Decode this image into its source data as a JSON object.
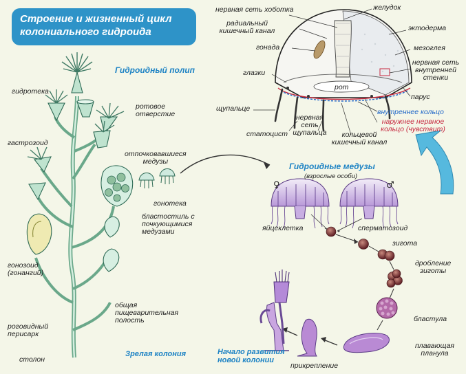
{
  "title": {
    "line1": "Строение и жизненный цикл",
    "line2": "колониального гидроида"
  },
  "sections": {
    "polyp": "Гидроидный полип",
    "medusae": "Гидроидные медузы",
    "medusae_sub": "(взрослые особи)",
    "mature_colony": "Зрелая колония",
    "new_colony_l1": "Начало развития",
    "new_colony_l2": "новой колонии"
  },
  "colony_labels": {
    "hydrotheca": "гидротека",
    "gastrozooid": "гастрозоид",
    "mouth_l1": "ротовое",
    "mouth_l2": "отверстие",
    "detached_l1": "отпочковавшиеся",
    "detached_l2": "медузы",
    "gonotheca": "гонотека",
    "blastostyle_l1": "бластостиль с",
    "blastostyle_l2": "почкующимися",
    "blastostyle_l3": "медузами",
    "gonozooid_l1": "гонозоид",
    "gonozooid_l2": "(гонангий)",
    "digestive_l1": "общая",
    "digestive_l2": "пищеварительная",
    "digestive_l3": "полость",
    "perisarc_l1": "роговидный",
    "perisarc_l2": "перисарк",
    "stolon": "столон"
  },
  "medusa_labels": {
    "proboscis_net": "нервная сеть хоботка",
    "stomach": "желудок",
    "radial_l1": "радиальный",
    "radial_l2": "кишечный канал",
    "ectoderm": "эктодерма",
    "gonad": "гонада",
    "mesoglea": "мезоглея",
    "inner_net_l1": "нервная сеть",
    "inner_net_l2": "внутренней",
    "inner_net_l3": "стенки",
    "eyespots": "глазки",
    "mouth": "рот",
    "velum": "парус",
    "tentacle": "щупальце",
    "inner_ring": "внутреннее кольцо",
    "outer_ring_l1": "наружнее нервное",
    "outer_ring_l2": "кольцо (чувствит)",
    "statocyst": "статоцист",
    "tentacle_net_l1": "нервная",
    "tentacle_net_l2": "сеть",
    "tentacle_net_l3": "щупальца",
    "ring_canal_l1": "кольцевой",
    "ring_canal_l2": "кишечный канал"
  },
  "cycle_labels": {
    "egg": "яйцеклетка",
    "sperm": "сперматозоид",
    "zygote": "зигота",
    "cleavage_l1": "дробление",
    "cleavage_l2": "зиготы",
    "blastula": "бластула",
    "planula_l1": "плавающая",
    "planula_l2": "планула",
    "attachment": "прикрепление"
  },
  "symbols": {
    "female": "♀",
    "male": "♂"
  },
  "colors": {
    "title_bg": "#2e93c8",
    "heading": "#1c82c4",
    "inner_ring": "#1f66c8",
    "outer_ring": "#c6283f",
    "colony": "#9fd0b6",
    "medusa": "#a07ac8",
    "big_arrow": "#56b9de"
  }
}
